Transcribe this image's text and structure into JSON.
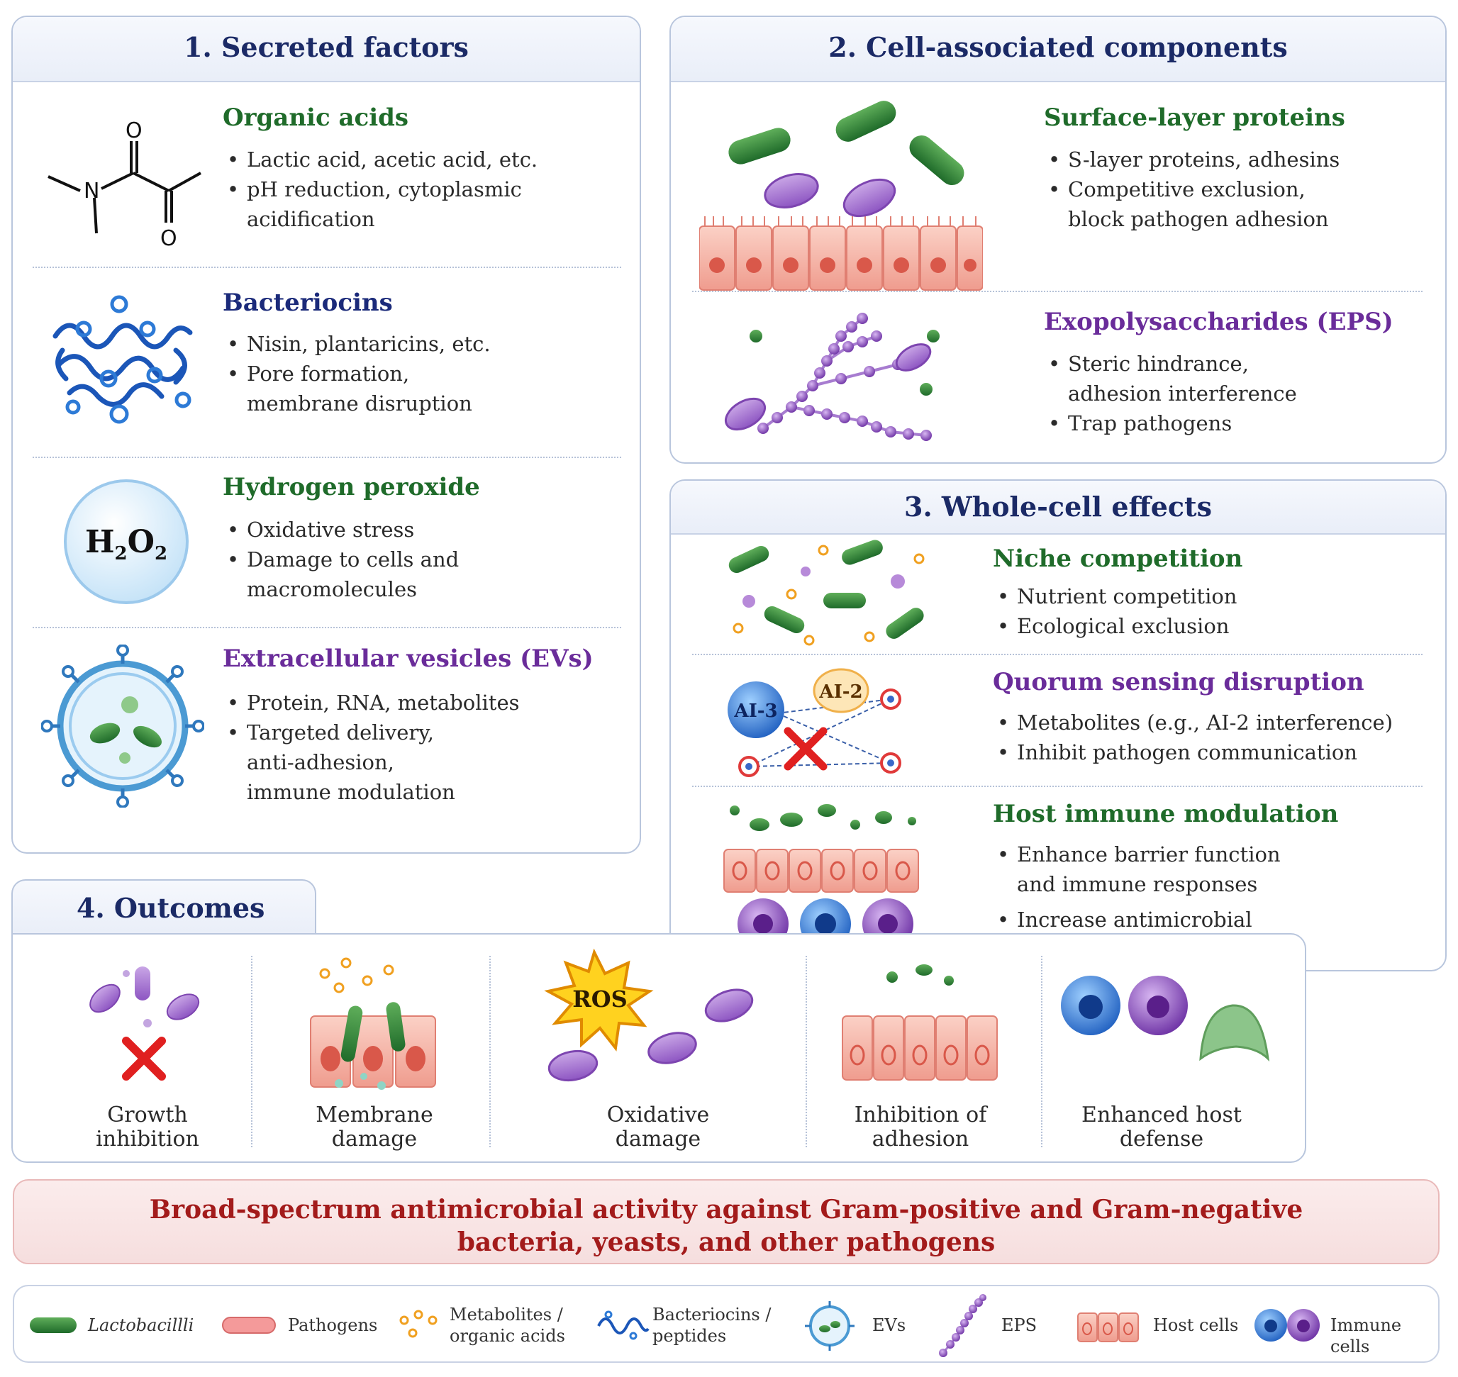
{
  "panel1": {
    "title": "1. Secreted factors",
    "sections": [
      {
        "title": "Organic acids",
        "bullets": [
          "Lactic acid, acetic acid, etc.",
          "pH reduction, cytoplasmic acidification"
        ],
        "icon": "molecule-structure-icon"
      },
      {
        "title": "Bacteriocins",
        "bullets": [
          "Nisin, plantaricins, etc.",
          "Pore formation, membrane disruption"
        ],
        "icon": "peptide-chain-icon"
      },
      {
        "title": "Hydrogen peroxide",
        "bullets": [
          "Oxidative stress",
          "Damage to cells and macromolecules"
        ],
        "icon": "h2o2-bubble-icon",
        "formula": "H2O2"
      },
      {
        "title": "Extracellular vesicles (EVs)",
        "bullets": [
          "Protein, RNA, metabolites",
          "Targeted delivery, anti-adhesion, immune modulation"
        ],
        "icon": "vesicle-icon"
      }
    ]
  },
  "panel2": {
    "title": "2. Cell-associated components",
    "sections": [
      {
        "title": "Surface-layer proteins",
        "bullets": [
          "S-layer proteins, adhesins",
          "Competitive exclusion, block pathogen adhesion"
        ],
        "icon": "bacteria-on-epithelium-icon"
      },
      {
        "title": "Exopolysaccharides (EPS)",
        "bullets": [
          "Steric hindrance, adhesion interference",
          "Trap pathogens"
        ],
        "icon": "eps-chains-icon"
      }
    ]
  },
  "panel3": {
    "title": "3. Whole-cell effects",
    "sections": [
      {
        "title": "Niche competition",
        "bullets": [
          "Nutrient competition",
          "Ecological exclusion"
        ],
        "icon": "niche-competition-icon"
      },
      {
        "title": "Quorum sensing disruption",
        "bullets": [
          "Metabolites (e.g., AI-2 interference)",
          "Inhibit pathogen communication"
        ],
        "icon": "quorum-sensing-icon",
        "tags": [
          "AI-3",
          "AI-2"
        ]
      },
      {
        "title": "Host immune modulation",
        "bullets": [
          "Enhance barrier function and immune responses",
          "Increase antimicrobial peptide production"
        ],
        "icon": "immune-modulation-icon"
      }
    ]
  },
  "panel4": {
    "title": "4. Outcomes",
    "items": [
      {
        "label": "Growth inhibition",
        "icon": "growth-inhibition-icon"
      },
      {
        "label": "Membrane damage",
        "icon": "membrane-damage-icon"
      },
      {
        "label": "Oxidative damage",
        "icon": "oxidative-damage-icon",
        "burst": "ROS"
      },
      {
        "label": "Inhibition of adhesion",
        "icon": "adhesion-inhibition-icon"
      },
      {
        "label": "Enhanced host defense",
        "icon": "host-defense-icon"
      }
    ]
  },
  "banner": {
    "text": "Broad-spectrum antimicrobial activity against Gram-positive and Gram-negative bacteria, yeasts, and other pathogens"
  },
  "legend": [
    {
      "label": "Lactobacillli",
      "icon": "lactobacilli-icon"
    },
    {
      "label": "Pathogens",
      "icon": "pathogen-icon"
    },
    {
      "label": "Metabolites / organic acids",
      "icon": "metabolites-icon"
    },
    {
      "label": "Bacteriocins / peptides",
      "icon": "bacteriocin-icon"
    },
    {
      "label": "EVs",
      "icon": "ev-icon"
    },
    {
      "label": "EPS",
      "icon": "eps-icon"
    },
    {
      "label": "Host cells",
      "icon": "host-cells-icon"
    },
    {
      "label": "Immune cells",
      "icon": "immune-cells-icon"
    }
  ],
  "colors": {
    "navy": "#1b2a7a",
    "green": "#1f6b2a",
    "purple": "#6a2c9a",
    "red": "#a31b1b",
    "border": "#b9c6dd"
  }
}
